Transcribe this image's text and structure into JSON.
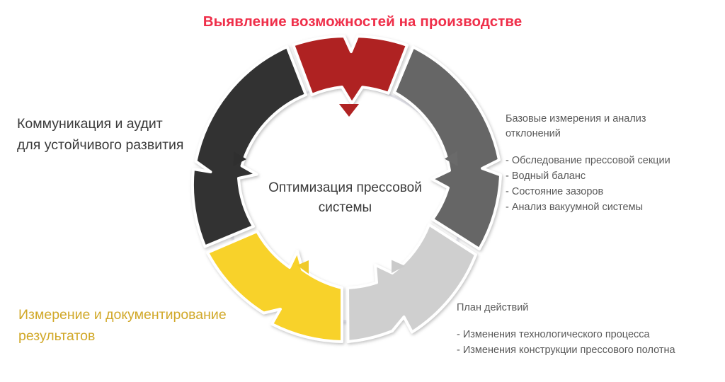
{
  "title": "Выявление возможностей на производстве",
  "center": {
    "line1": "Оптимизация прессовой",
    "line2": "системы"
  },
  "labels": {
    "communication_line1": "Коммуникация и аудит",
    "communication_line2": "для устойчивого развития",
    "measurement_line1": "Измерение и документирование",
    "measurement_line2": "результатов"
  },
  "callouts": {
    "baseline": {
      "heading_line1": "Базовые измерения и анализ",
      "heading_line2": "отклонений",
      "items": [
        "- Обследование прессовой секции",
        "- Водный баланс",
        "- Состояние зазоров",
        "- Анализ вакуумной системы"
      ]
    },
    "action_plan": {
      "heading_line1": "План действий",
      "items": [
        "- Изменения технологического процесса",
        "- Изменения конструкции прессового полотна"
      ]
    }
  },
  "chart_data": {
    "type": "cycle-diagram",
    "title": "Выявление возможностей на производстве",
    "center_text": "Оптимизация прессовой системы",
    "segment_count": 5,
    "direction": "counterclockwise",
    "segments": [
      {
        "name": "opportunity-identification",
        "color": "#AF2021",
        "label": "Выявление возможностей на производстве",
        "start_angle_deg": -70,
        "end_angle_deg": -1,
        "label_position": "top"
      },
      {
        "name": "baseline-measurement",
        "color": "#666666",
        "label": "Базовые измерения и анализ отклонений",
        "start_angle_deg": 1,
        "end_angle_deg": 72,
        "label_position": "right"
      },
      {
        "name": "action-plan",
        "color": "#CFCFCF",
        "label": "План действий",
        "start_angle_deg": 74,
        "end_angle_deg": 142,
        "label_position": "bottom-right"
      },
      {
        "name": "measurement-documentation",
        "color": "#F8D22A",
        "label": "Измерение и документирование результатов",
        "start_angle_deg": 144,
        "end_angle_deg": 212,
        "label_position": "bottom-left"
      },
      {
        "name": "communication-audit",
        "color": "#333333",
        "label": "Коммуникация и аудит для устойчивого развития",
        "start_angle_deg": 214,
        "end_angle_deg": 289,
        "label_position": "left"
      }
    ],
    "colors": {
      "red": "#AF2021",
      "dark_charcoal": "#333333",
      "mid_gray": "#666666",
      "light_gray": "#CFCFCF",
      "yellow": "#F8D22A",
      "title_pink": "#EF2F4A",
      "label_gold": "#D1A828",
      "body_gray": "#595959"
    }
  }
}
